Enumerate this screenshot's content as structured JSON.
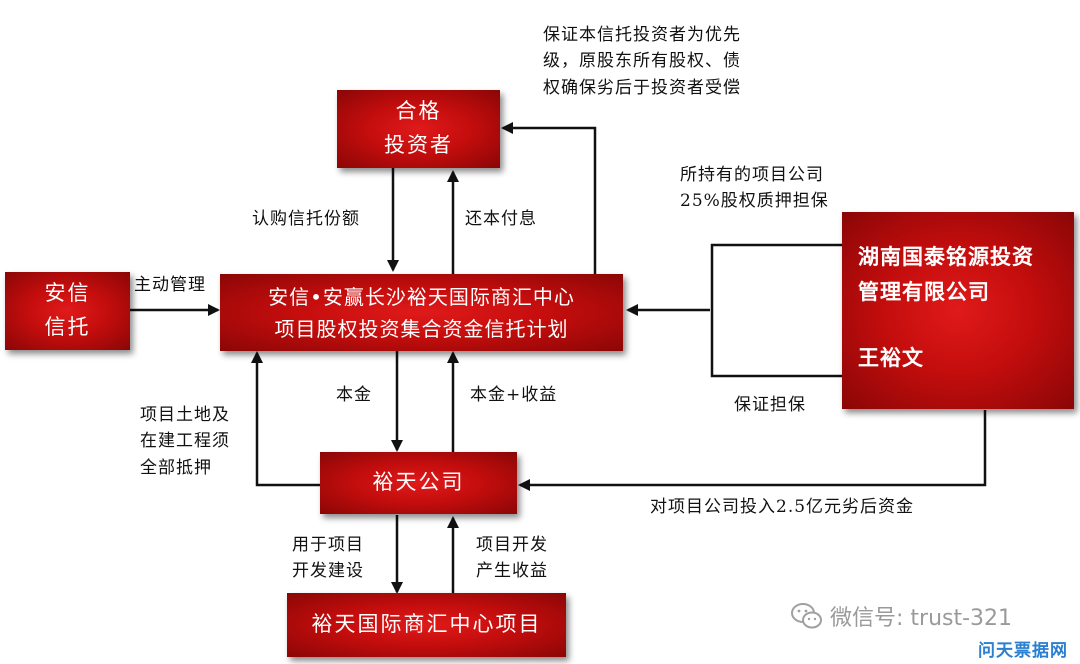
{
  "nodes": {
    "qualified_investor": [
      "合格",
      "投资者"
    ],
    "anxin_trust": [
      "安信",
      "信托"
    ],
    "trust_plan": [
      "安信•安赢长沙裕天国际商汇中心",
      "项目股权投资集合资金信托计划"
    ],
    "yutian_company": "裕天公司",
    "project": "裕天国际商汇中心项目",
    "guarantor": {
      "company": [
        "湖南国泰铭源投资",
        "管理有限公司"
      ],
      "person": "王裕文"
    }
  },
  "edges": {
    "subscribe": "认购信托份额",
    "repay": "还本付息",
    "active_mgmt": "主动管理",
    "priority_note": [
      "保证本信托投资者为优先",
      "级，原股东所有股权、债",
      "权确保劣后于投资者受偿"
    ],
    "pledge_note": [
      "所持有的项目公司",
      "25%股权质押担保"
    ],
    "guarantee": "保证担保",
    "principal": "本金",
    "principal_return": "本金+收益",
    "mortgage": [
      "项目土地及",
      "在建工程须",
      "全部抵押"
    ],
    "subordinated": "对项目公司投入2.5亿元劣后资金",
    "for_dev": [
      "用于项目",
      "开发建设"
    ],
    "dev_income": [
      "项目开发",
      "产生收益"
    ]
  },
  "watermark": "微信号: trust-321",
  "site_mark": "问天票据网"
}
